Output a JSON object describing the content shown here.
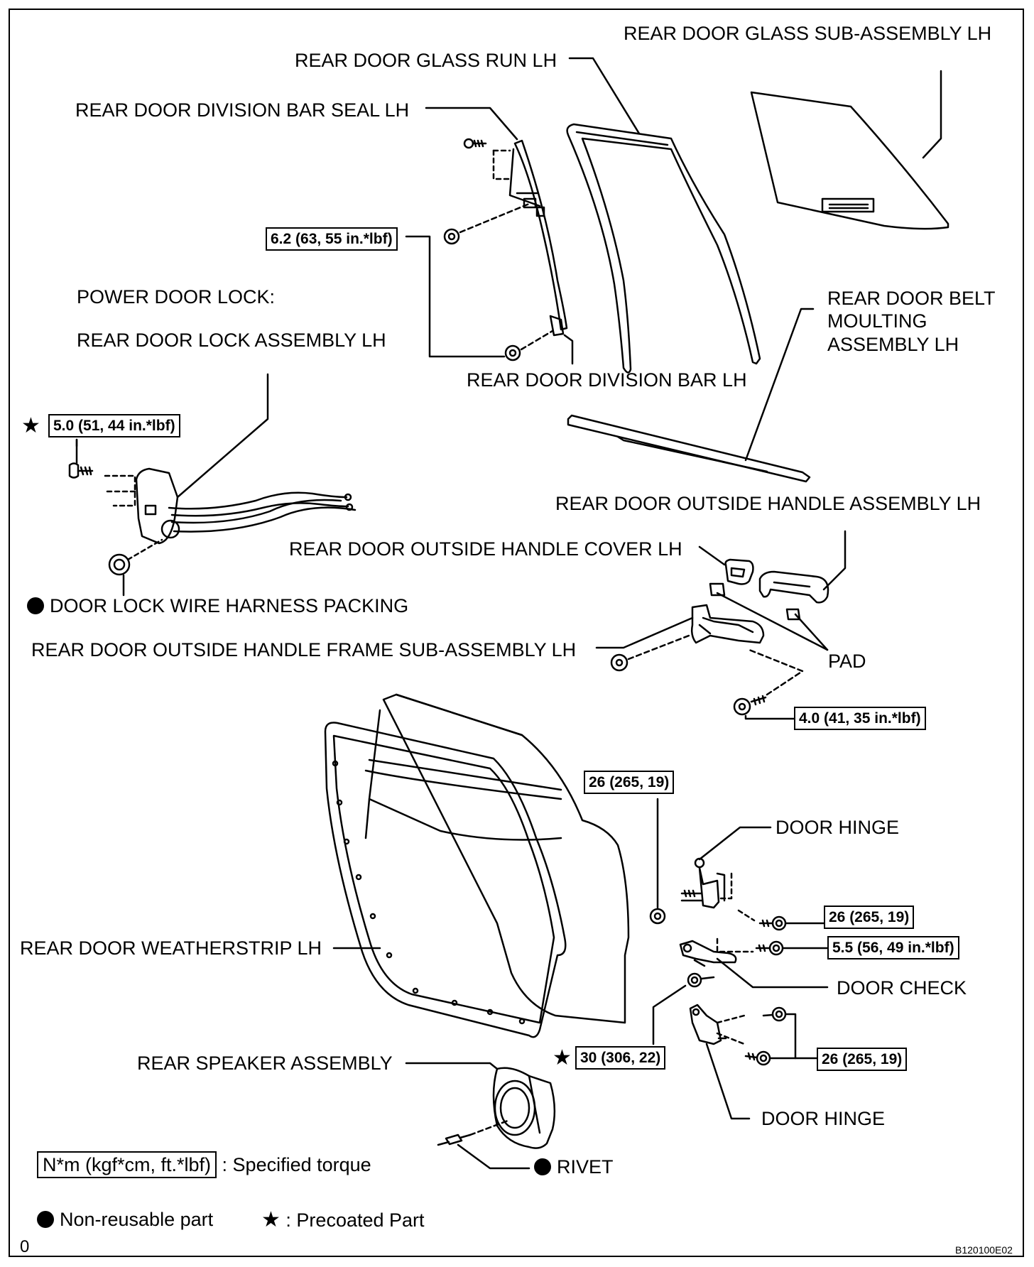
{
  "labels": {
    "glass_subassembly": "REAR DOOR GLASS SUB-ASSEMBLY LH",
    "glass_run": "REAR DOOR GLASS RUN LH",
    "division_bar_seal": "REAR DOOR DIVISION BAR SEAL LH",
    "power_door_lock": "POWER DOOR LOCK:",
    "door_lock_assembly": "REAR DOOR LOCK ASSEMBLY LH",
    "division_bar": "REAR DOOR DIVISION BAR LH",
    "belt_moulding": "REAR DOOR BELT MOULTING ASSEMBLY LH",
    "outside_handle_assembly": "REAR DOOR OUTSIDE HANDLE ASSEMBLY LH",
    "outside_handle_cover": "REAR DOOR OUTSIDE HANDLE COVER LH",
    "wire_harness_packing": "DOOR LOCK WIRE HARNESS PACKING",
    "outside_handle_frame": "REAR DOOR OUTSIDE HANDLE FRAME SUB-ASSEMBLY LH",
    "pad": "PAD",
    "door_hinge_upper": "DOOR HINGE",
    "weatherstrip": "REAR DOOR WEATHERSTRIP LH",
    "door_check": "DOOR CHECK",
    "rear_speaker": "REAR SPEAKER ASSEMBLY",
    "door_hinge_lower": "DOOR HINGE",
    "rivet": "RIVET"
  },
  "torques": {
    "division_bar_bolts": "6.2 (63, 55 in.*lbf)",
    "door_lock_screw": "5.0 (51, 44 in.*lbf)",
    "handle_frame_bolt": "4.0 (41, 35 in.*lbf)",
    "hinge_nut": "26 (265, 19)",
    "upper_hinge_bolt": "26 (265, 19)",
    "door_check_bolt": "5.5 (56, 49 in.*lbf)",
    "door_check_body_bolt": "30 (306, 22)",
    "lower_hinge_bolts": "26 (265, 19)"
  },
  "legend": {
    "torque_box": "N*m (kgf*cm, ft.*lbf)",
    "torque_text": ": Specified torque",
    "non_reusable": "Non-reusable part",
    "precoated": ": Precoated Part"
  },
  "footer": {
    "corner_mark": "0",
    "figure_code": "B120100E02"
  }
}
